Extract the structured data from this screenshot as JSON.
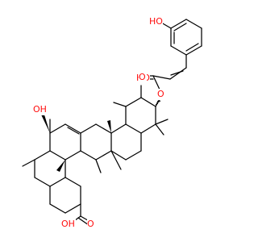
{
  "structure": {
    "atoms": {
      "hydroxy_phenol": "HO",
      "hydroxy_ring_a": "HO",
      "carbonyl_ester": "O",
      "ester_oxygen": "O",
      "carbonyl_acid": "O",
      "hydroxy_acid": "OH",
      "hydroxy_ring_e": "OH"
    },
    "colors": {
      "bond": "#000000",
      "oxygen": "#ff0d0d",
      "background": "#ffffff"
    }
  }
}
